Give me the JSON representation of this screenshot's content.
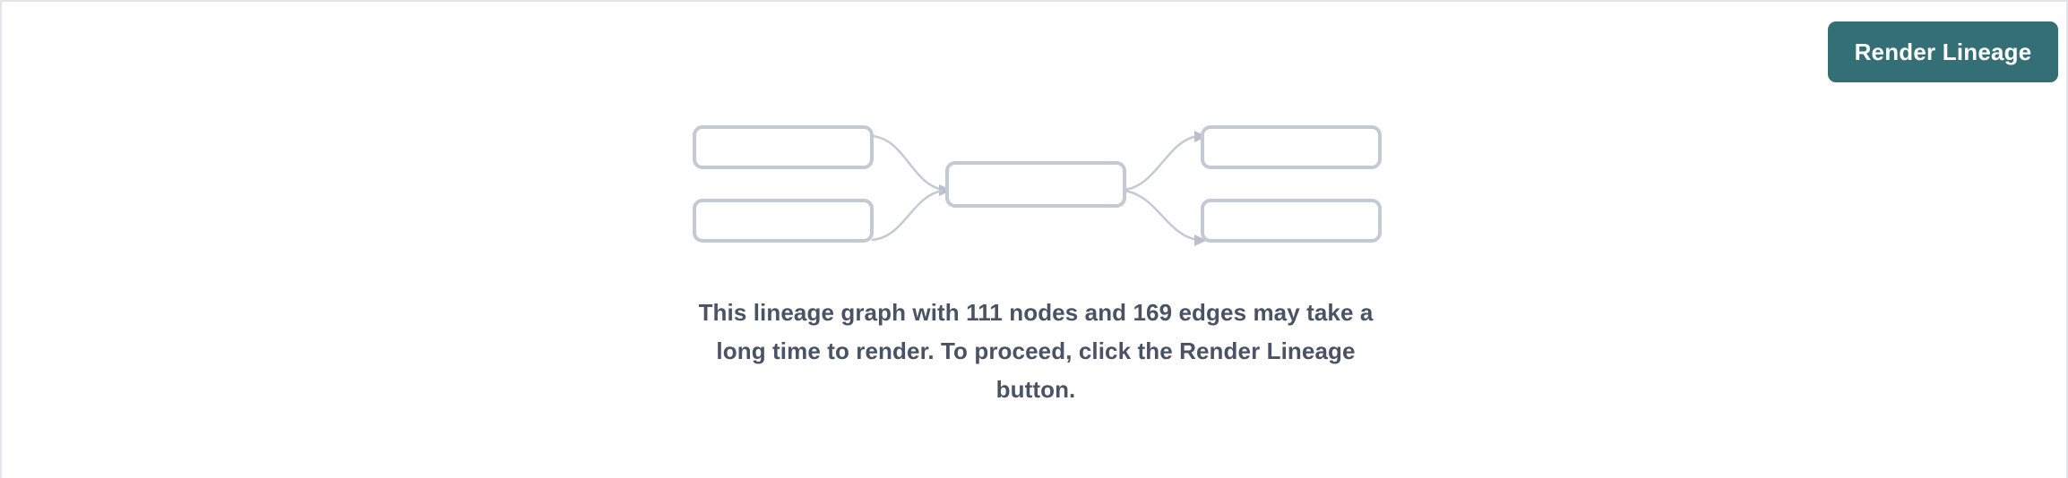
{
  "page": {
    "background_color": "#ffffff",
    "border_color": "#e3e5ea"
  },
  "toolbar": {
    "render_lineage_label": "Render Lineage",
    "button_color": "#336f74",
    "button_text_color": "#ffffff"
  },
  "illustration": {
    "name": "lineage-graph-placeholder",
    "node_stroke_color": "#c3cad4",
    "node_fill_color": "#ffffff",
    "edge_color": "#c3cad4",
    "nodes": [
      {
        "id": "left-top",
        "label": ""
      },
      {
        "id": "left-bottom",
        "label": ""
      },
      {
        "id": "center",
        "label": ""
      },
      {
        "id": "right-top",
        "label": ""
      },
      {
        "id": "right-bottom",
        "label": ""
      }
    ],
    "edges": [
      {
        "from": "left-top",
        "to": "center"
      },
      {
        "from": "left-bottom",
        "to": "center"
      },
      {
        "from": "center",
        "to": "right-top"
      },
      {
        "from": "center",
        "to": "right-bottom"
      }
    ]
  },
  "message": {
    "text": "This lineage graph with 111 nodes and 169 edges may take a long time to render. To proceed, click the Render Lineage button.",
    "node_count": 111,
    "edge_count": 169,
    "text_color": "#4a5265"
  }
}
